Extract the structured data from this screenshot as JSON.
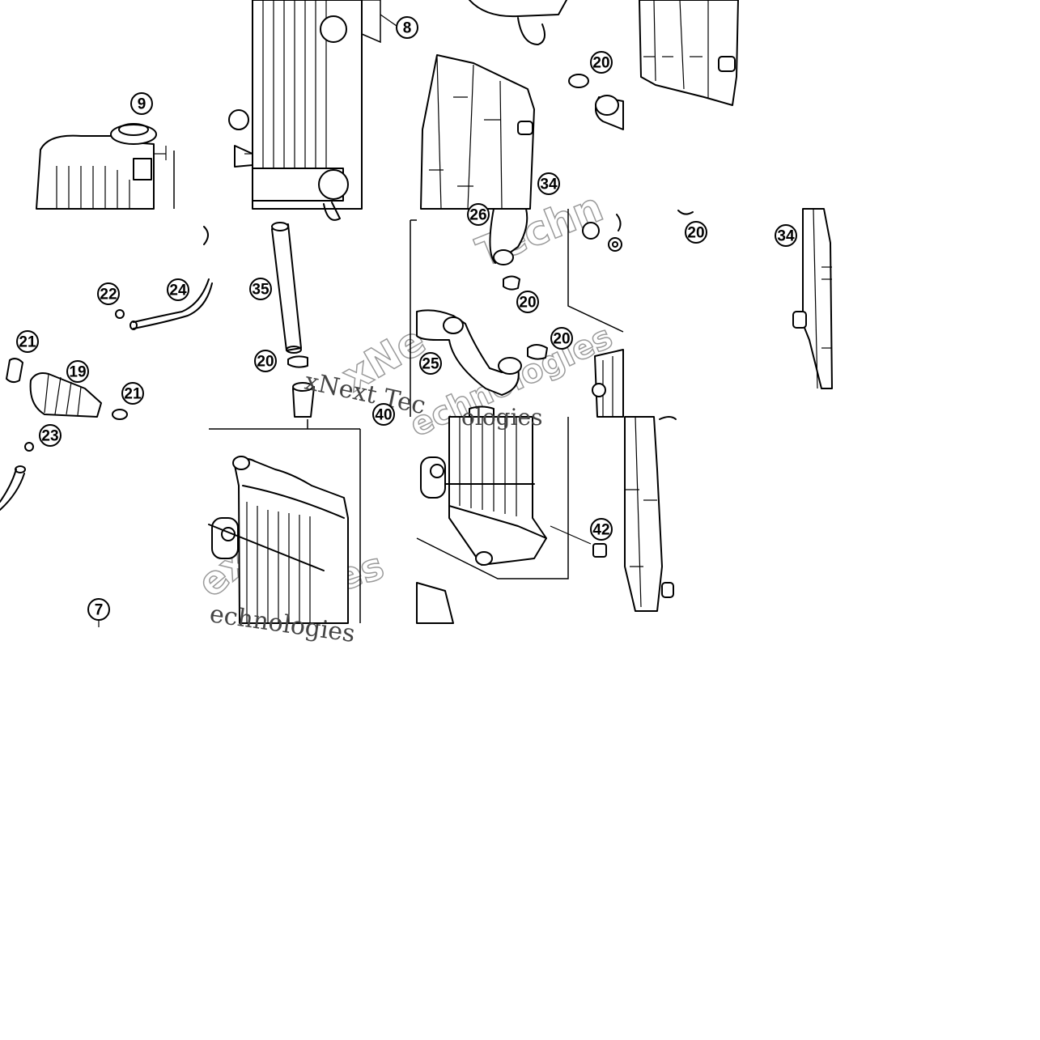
{
  "diagram": {
    "type": "exploded-parts-diagram",
    "callouts": [
      "7",
      "8",
      "9",
      "19",
      "20",
      "21",
      "22",
      "23",
      "24",
      "25",
      "26",
      "34",
      "35",
      "40",
      "42"
    ]
  },
  "callouts": {
    "c8": "8",
    "c9": "9",
    "c20a": "20",
    "c34a": "34",
    "c22": "22",
    "c24": "24",
    "c21a": "21",
    "c19": "19",
    "c21b": "21",
    "c35": "35",
    "c20b": "20",
    "c26": "26",
    "c20c": "20",
    "c20d": "20",
    "c25": "25",
    "c40": "40",
    "c20e": "20",
    "c34b": "34",
    "c23": "23",
    "c7": "7",
    "c42": "42"
  },
  "watermark": {
    "brand_a": "xNext Tec",
    "brand_b": "Techn",
    "brand_c": "xNe",
    "brand_d": "ext",
    "tech_a": "echnologies",
    "tech_b": "ologies",
    "tech_c": "nologies",
    "tech_d": "ologies"
  }
}
